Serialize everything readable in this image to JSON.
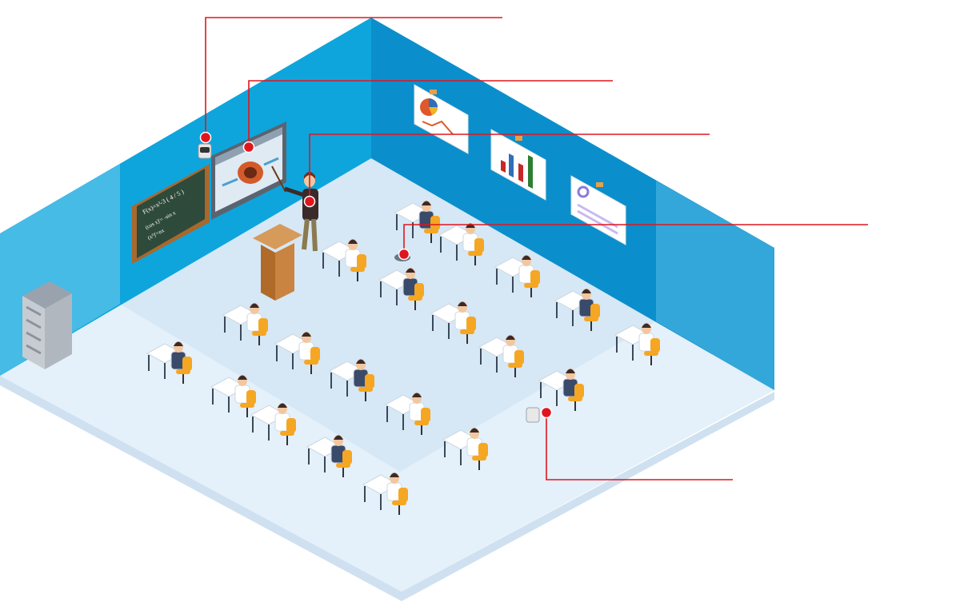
{
  "scene": {
    "description_tags": [
      "classroom",
      "isometric",
      "callout-diagram"
    ],
    "callouts": [
      {
        "id": "camera",
        "label": ""
      },
      {
        "id": "interactive-display",
        "label": ""
      },
      {
        "id": "teacher",
        "label": ""
      },
      {
        "id": "ceiling-microphone",
        "label": ""
      },
      {
        "id": "student-device",
        "label": ""
      }
    ],
    "blackboard_lines": [
      "F(x)=x²-3 ( 4 / 5 )",
      "(cos x)'= -sin x",
      "(x²)'=nx"
    ],
    "colors": {
      "wall_left": "#0ea5dc",
      "wall_right": "#0a8fcc",
      "floor": "#e4f0fa",
      "callout_red": "#e0161e",
      "chair_orange": "#f5a623"
    }
  }
}
